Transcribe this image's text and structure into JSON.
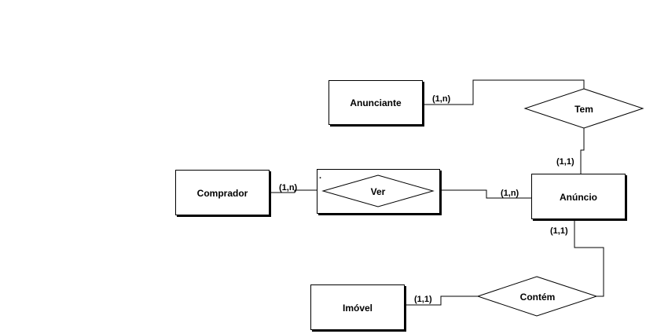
{
  "entities": {
    "anunciante": "Anunciante",
    "comprador": "Comprador",
    "anuncio": "Anúncio",
    "imovel": "Imóvel"
  },
  "relationships": {
    "tem": "Tem",
    "ver": "Ver",
    "contem": "Contém"
  },
  "cardinalities": {
    "anunciante_tem": "(1,n)",
    "anuncio_tem": "(1,1)",
    "comprador_ver": "(1,n)",
    "anuncio_ver": "(1,n)",
    "anuncio_contem": "(1,1)",
    "imovel_contem": "(1,1)"
  },
  "marks": {
    "ver_dot": "."
  }
}
